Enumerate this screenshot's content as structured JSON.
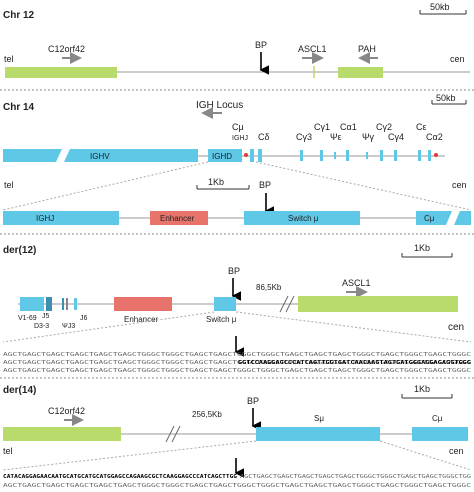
{
  "panels": {
    "chr12": {
      "title": "Chr 12",
      "scale": "50kb",
      "tel": "tel",
      "cen": "cen",
      "bp": "BP",
      "genes": [
        "C12orf42",
        "ASCL1",
        "PAH"
      ]
    },
    "chr14": {
      "title": "Chr 14",
      "scale": "50kb",
      "locus": "IGH Locus",
      "labels": {
        "ighj_small": "IGHJ",
        "cmu": "Cμ",
        "cdelta": "Cδ",
        "cg3": "Cγ3",
        "cg1": "Cγ1",
        "ce_pseudo": "Ψε",
        "ca1": "Cα1",
        "pg": "Ψγ",
        "cg2": "Cγ2",
        "cg4": "Cγ4",
        "ce": "Cε",
        "ca2": "Cα2"
      },
      "ighv": "IGHV",
      "ighd": "IGHD",
      "zoom": {
        "scale": "1Kb",
        "bp": "BP",
        "tel": "tel",
        "cen": "cen",
        "ighj": "IGHJ",
        "enhancer": "Enhancer",
        "switch": "Switch μ",
        "cmu": "Cμ"
      }
    },
    "der12": {
      "title": "der(12)",
      "scale": "1Kb",
      "bp": "BP",
      "distance": "86,5Kb",
      "ascl1": "ASCL1",
      "labels": {
        "v169": "V1-69",
        "d33": "D3-3",
        "j5": "J5",
        "psij3": "ΨJ3",
        "j6": "J6",
        "enhancer": "Enhancer",
        "switch": "Switch μ"
      },
      "cen": "cen",
      "seq_top": "AGCTGAGCTGAGCTGAGCTGAGCTGAGCTGGGCTGGGCTGAGCTGAGCTGGGCTGGGCTGAGCTGAGCTGAGCTGGGCTGAGCTGGGCTGAGCTGGGC",
      "seq_bold": "GGTCCAAGGAGCCCATCAGTTGGTGATCAACAAGTAGTGATGGGAGGAGAGGTGGG",
      "seq_bot": "AGCTGAGCTGAGCTGAGCTGAGCTGAGCTGGGCTGGGCTGAGCTGAGCTGGGCTGGGCTGAGCTGAGCTGAGCTGGGCTGAGCTGGGCTGAGCTGGGC"
    },
    "der14": {
      "title": "der(14)",
      "scale": "1Kb",
      "bp": "BP",
      "distance": "256,5Kb",
      "c12": "C12orf42",
      "smu": "Sμ",
      "cmu": "Cμ",
      "tel": "tel",
      "cen": "cen",
      "seq_bold": "CATACAGGAGAACAATGCATGCATGCATGGAGCCAGAAGCGCTCAAGGAGCCCATCAGCTTGG",
      "seq_rest": "AGCTGAGCTGAGCTGAGCTGAGCTGAGCTGGGCTGGGCTGAGCTGAGCTGGGCTGG",
      "seq_bot": "AGCTGAGCTGAGCTGAGCTGAGCTGAGCTGGGCTGGGCTGAGCTGAGCTGGGCTGGGCTGAGCTGAGCTGAGCTGGGCTGAGCTGGGCTGAGCTGGGC"
    }
  },
  "colors": {
    "green": "#b9db6b",
    "cyan": "#5fc8e6",
    "red": "#e8736b",
    "line": "#888888",
    "text": "#222222"
  }
}
